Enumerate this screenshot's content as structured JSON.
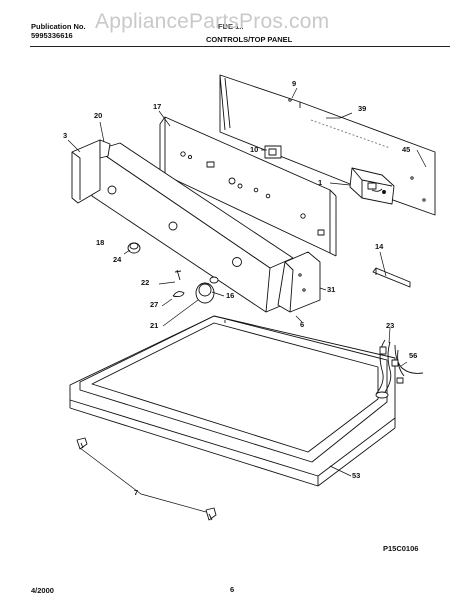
{
  "header": {
    "publication_label": "Publication No.",
    "publication_number": "5995336616",
    "model_text": "FDE 1..",
    "section_title": "CONTROLS/TOP PANEL"
  },
  "watermark": "AppliancePartsPros.com",
  "callouts": [
    {
      "id": "9",
      "label": "9"
    },
    {
      "id": "39",
      "label": "39"
    },
    {
      "id": "17",
      "label": "17"
    },
    {
      "id": "20",
      "label": "20"
    },
    {
      "id": "3",
      "label": "3"
    },
    {
      "id": "10",
      "label": "10"
    },
    {
      "id": "45",
      "label": "45"
    },
    {
      "id": "1",
      "label": "1"
    },
    {
      "id": "18",
      "label": "18"
    },
    {
      "id": "24",
      "label": "24"
    },
    {
      "id": "14",
      "label": "14"
    },
    {
      "id": "22",
      "label": "22"
    },
    {
      "id": "31",
      "label": "31"
    },
    {
      "id": "16",
      "label": "16"
    },
    {
      "id": "27",
      "label": "27"
    },
    {
      "id": "21",
      "label": "21"
    },
    {
      "id": "6",
      "label": "6"
    },
    {
      "id": "23",
      "label": "23"
    },
    {
      "id": "56",
      "label": "56"
    },
    {
      "id": "53",
      "label": "53"
    },
    {
      "id": "7",
      "label": "7"
    }
  ],
  "figure_code": "P15C0106",
  "footer": {
    "date": "4/2000",
    "page_number": "6"
  }
}
